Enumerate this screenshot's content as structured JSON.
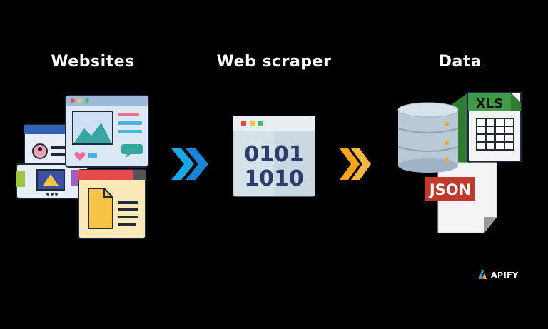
{
  "headings": {
    "websites": "Websites",
    "web_scraper": "Web scraper",
    "data": "Data"
  },
  "scraper": {
    "binary_line1": "0101",
    "binary_line2": "1010"
  },
  "data_files": {
    "spreadsheet_label": "XLS",
    "json_label": "JSON"
  },
  "brand": {
    "name": "APIFY"
  },
  "icons": [
    "websites-collage-icon",
    "double-chevron-blue-icon",
    "binary-window-icon",
    "double-chevron-orange-icon",
    "database-icon",
    "spreadsheet-file-icon",
    "json-file-icon",
    "apify-logo-icon"
  ],
  "colors": {
    "background": "#000000",
    "heading": "#ffffff",
    "arrow_blue": "#1aa7e8",
    "arrow_orange": "#f7a51c",
    "binary_text": "#2f3b6b",
    "xls_green": "#3f9b45",
    "json_red": "#c0392b"
  }
}
